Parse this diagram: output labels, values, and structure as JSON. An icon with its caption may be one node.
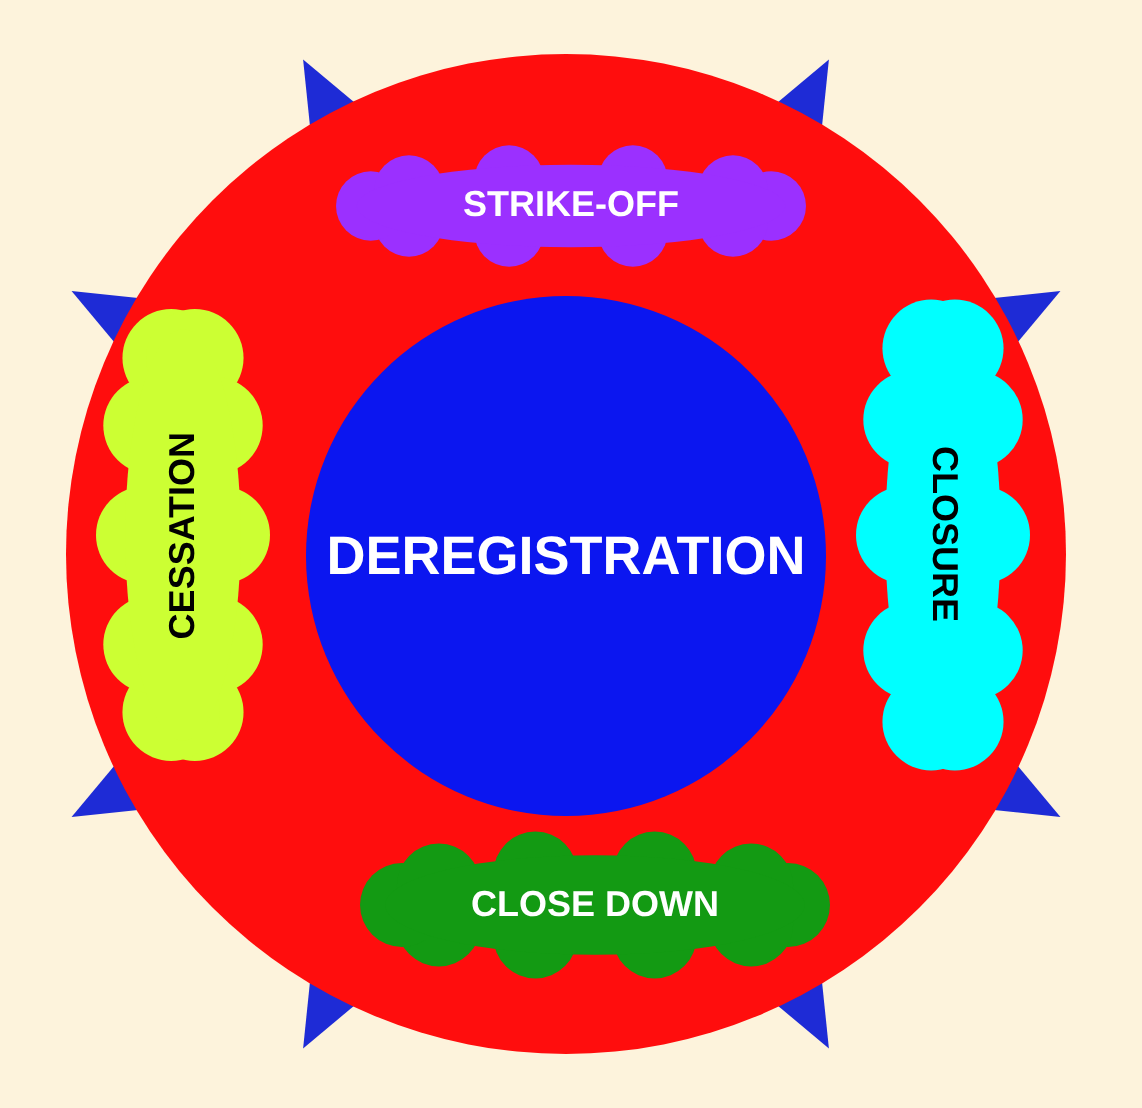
{
  "diagram": {
    "nodes": [
      {
        "text": [],
        "shape": "circle"
      },
      {
        "text": [
          "STRIKE-OFF"
        ],
        "in": 0
      },
      {
        "text": [
          "CESSATION"
        ],
        "in": 0
      },
      {
        "text": [
          "DEREGISTRATION"
        ],
        "in": 0
      },
      {
        "text": [
          "CLOSURE"
        ],
        "in": 0
      },
      {
        "text": [
          "CLOSE DOWN"
        ],
        "in": 0
      }
    ]
  }
}
